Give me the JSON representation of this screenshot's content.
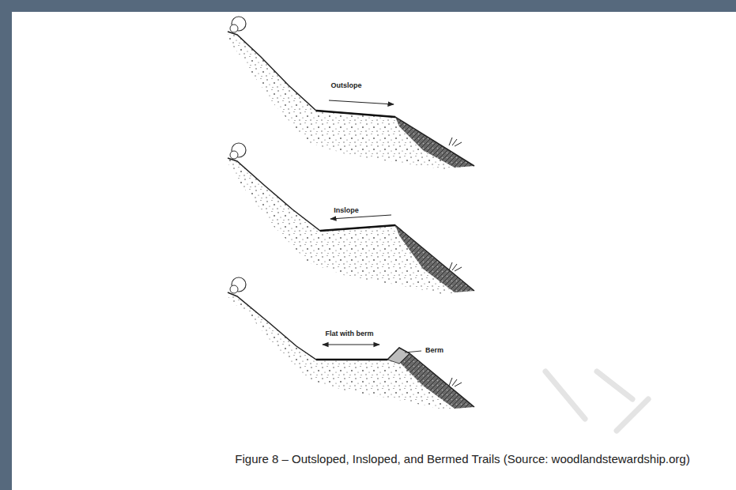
{
  "diagram": {
    "caption": "Figure 8 – Outsloped, Insloped, and Bermed Trails (Source: woodlandstewardship.org)",
    "labels": [
      "Outslope",
      "Inslope",
      "Flat with berm",
      "Berm"
    ]
  }
}
